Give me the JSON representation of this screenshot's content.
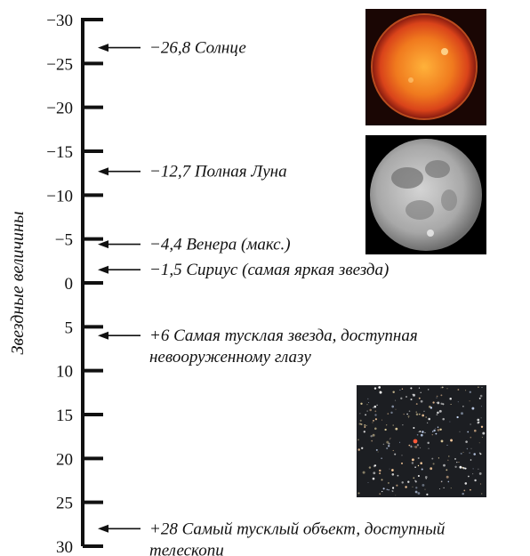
{
  "axis": {
    "title": "Звездные величины",
    "ticks": [
      "−30",
      "−25",
      "−20",
      "−15",
      "−10",
      "−5",
      "0",
      "5",
      "10",
      "15",
      "20",
      "25",
      "30"
    ],
    "tick_values": [
      -30,
      -25,
      -20,
      -15,
      -10,
      -5,
      0,
      5,
      10,
      15,
      20,
      25,
      30
    ]
  },
  "annotations": [
    {
      "value": -26.8,
      "line1": "−26,8 Солнце",
      "line2": ""
    },
    {
      "value": -12.7,
      "line1": "−12,7 Полная Луна",
      "line2": ""
    },
    {
      "value": -4.4,
      "line1": "−4,4 Венера (макс.)",
      "line2": ""
    },
    {
      "value": -1.5,
      "line1": "−1,5 Сириус (самая яркая звезда)",
      "line2": ""
    },
    {
      "value": 6,
      "line1": "+6 Самая тусклая звезда, доступная",
      "line2": "невооруженному глазу"
    },
    {
      "value": 28,
      "line1": "+28 Самый тусклый объект, доступный",
      "line2": "телескопи"
    }
  ],
  "images": {
    "sun": {
      "color": "#e8491a"
    },
    "moon": {
      "color": "#9a9a9a"
    },
    "starfield": {
      "color": "#1c1e22"
    }
  }
}
